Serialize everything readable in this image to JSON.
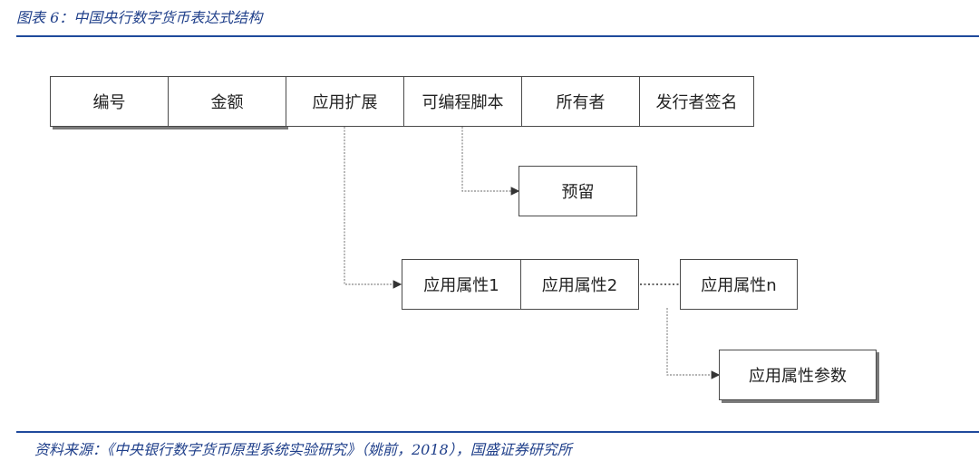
{
  "header": {
    "caption": "图表 6：中国央行数字货币表达式结构"
  },
  "diagram": {
    "top_fields": [
      "编号",
      "金额",
      "应用扩展",
      "可编程脚本",
      "所有者",
      "发行者签名"
    ],
    "reserved": "预留",
    "app_attrs": [
      "应用属性1",
      "应用属性2"
    ],
    "app_attr_n": "应用属性n",
    "app_attr_params": "应用属性参数"
  },
  "footer": {
    "source": "资料来源：《中央银行数字货币原型系统实验研究》（姚前，2018），国盛证券研究所"
  },
  "colors": {
    "accent": "#1f4a9c",
    "text": "#1f3f8a",
    "border": "#4a4a4a"
  }
}
